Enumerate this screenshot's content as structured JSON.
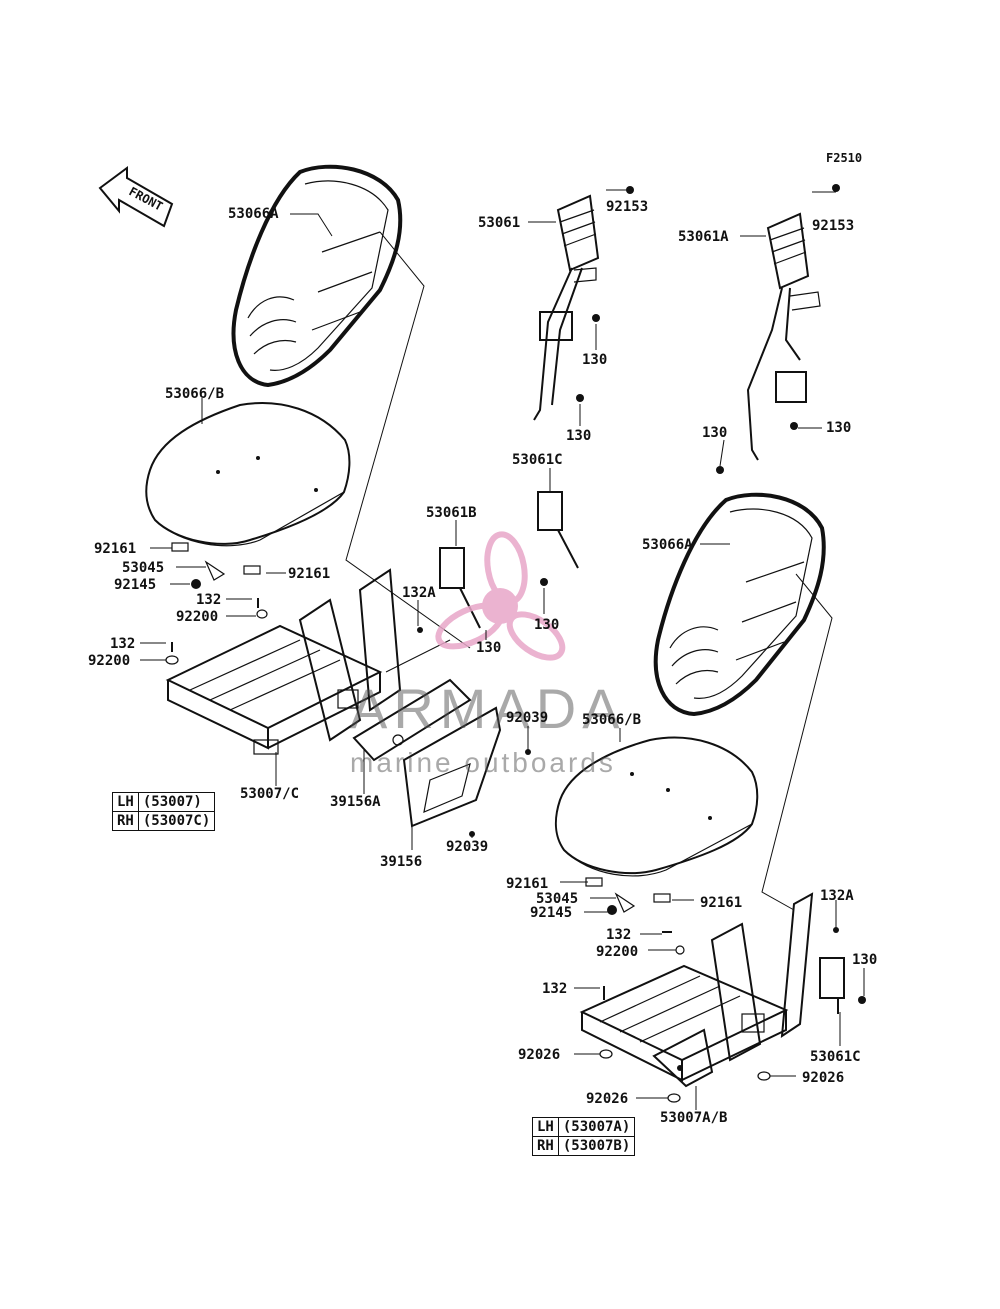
{
  "diagram_code": "F2510",
  "front_label": "FRONT",
  "watermark": {
    "brand": "ARMADA",
    "tagline": "marine outboards",
    "accent": "#e8a6c8"
  },
  "labels": {
    "l1": "53066A",
    "l2": "53066/B",
    "l3": "92161",
    "l4": "53045",
    "l5": "92145",
    "l6": "92161",
    "l7": "132",
    "l8": "92200",
    "l9": "132",
    "l10": "92200",
    "l11": "53007/C",
    "l12": "53061",
    "l13": "92153",
    "l14": "130",
    "l15": "130",
    "l16": "53061A",
    "l17": "92153",
    "l18": "130",
    "l19": "130",
    "l20": "53061C",
    "l21": "53061B",
    "l22": "132A",
    "l23": "130",
    "l24": "130",
    "l25": "53066A",
    "l26": "92039",
    "l27": "53066/B",
    "l28": "39156A",
    "l29": "92039",
    "l30": "39156",
    "l31": "92161",
    "l32": "53045",
    "l33": "92145",
    "l34": "92161",
    "l35": "132A",
    "l36": "132",
    "l37": "92200",
    "l38": "130",
    "l39": "132",
    "l40": "92026",
    "l41": "53061C",
    "l42": "92026",
    "l43": "92026",
    "l44": "53007A/B"
  },
  "tables": {
    "left": [
      {
        "side": "LH",
        "part": "(53007)"
      },
      {
        "side": "RH",
        "part": "(53007C)"
      }
    ],
    "right": [
      {
        "side": "LH",
        "part": "(53007A)"
      },
      {
        "side": "RH",
        "part": "(53007B)"
      }
    ]
  }
}
